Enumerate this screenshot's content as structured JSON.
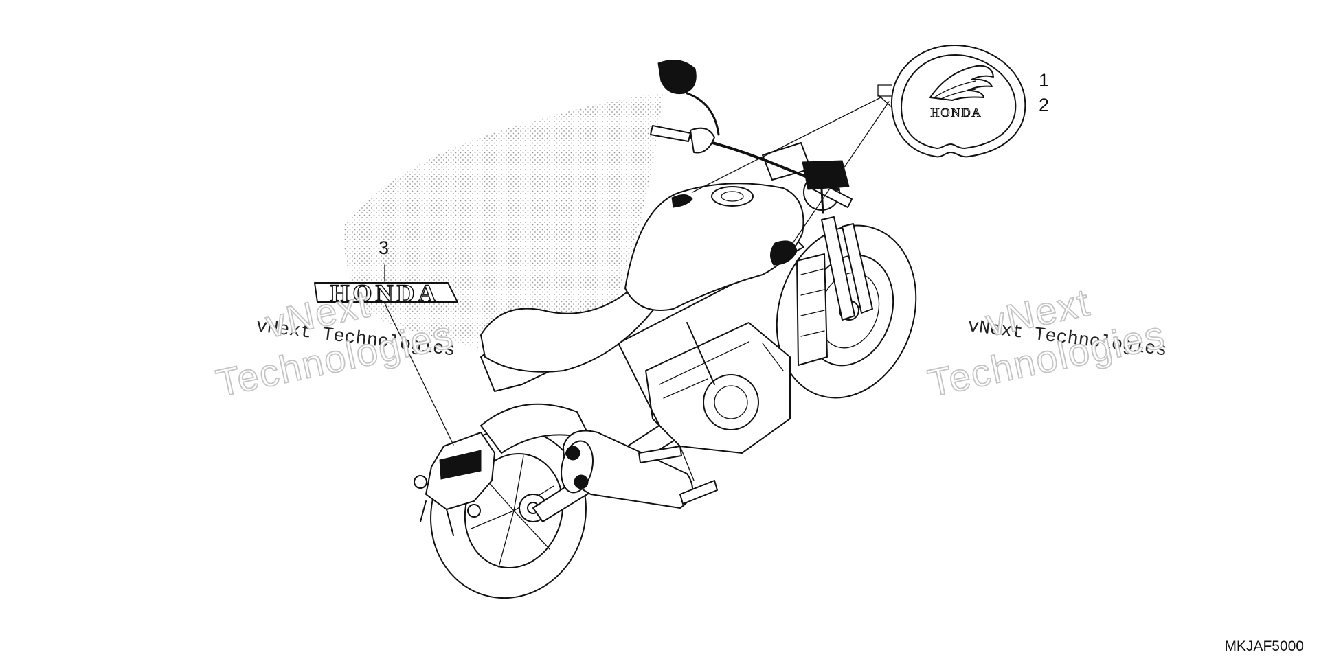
{
  "diagram": {
    "callouts": [
      {
        "number": "1",
        "part": "emblem"
      },
      {
        "number": "2",
        "part": "emblem"
      },
      {
        "number": "3",
        "part": "honda-badge"
      }
    ],
    "emblem_text": "HONDA",
    "badge_text": "HONDA",
    "diagram_code": "MKJAF5000"
  },
  "watermarks": [
    {
      "line1": "vNext Technologies",
      "line2": "vNext",
      "line3": "Technologies"
    },
    {
      "line1": "vNext Technologies",
      "line2": "vNext",
      "line3": "Technologies"
    }
  ],
  "colors": {
    "ink": "#111111",
    "paper": "#ffffff",
    "watermark_outline": "#c4c4c4",
    "stipple": "#9a9a9a"
  }
}
